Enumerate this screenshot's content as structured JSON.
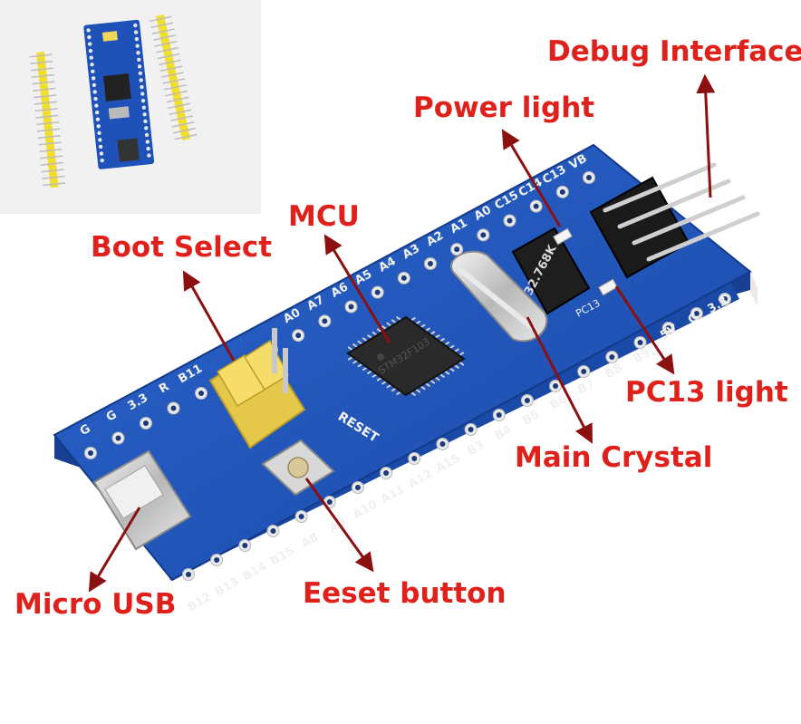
{
  "labels": {
    "debug_interface": "Debug Interface",
    "power_light": "Power light",
    "mcu": "MCU",
    "boot_select": "Boot Select",
    "pc13_light": "PC13 light",
    "main_crystal": "Main Crystal",
    "reset_button": "Eeset button",
    "micro_usb": "Micro USB"
  },
  "silkscreen": {
    "top_pins": [
      "A0",
      "A7",
      "A6",
      "A5",
      "A4",
      "A3",
      "A2",
      "A1",
      "A0",
      "C15",
      "C14",
      "C13",
      "VB"
    ],
    "left_pins": [
      "G",
      "G",
      "3.3",
      "R",
      "B11"
    ],
    "bottom_pins": [
      "B12",
      "B13",
      "B14",
      "B15",
      "A8",
      "A9",
      "A10",
      "A11",
      "A12",
      "A15",
      "B3",
      "B4",
      "B5",
      "B6",
      "B7",
      "B8",
      "B9"
    ],
    "right_pins": [
      "5V",
      "G",
      "3.3"
    ],
    "reset": "RESET",
    "pc13": "PC13",
    "crystal_freq": "32.768K"
  },
  "colors": {
    "callout": "#e0201b",
    "pcb": "#1f52b8",
    "pcb_dark": "#163e94",
    "header": "#f4e23c",
    "jumper": "#f2d65a"
  }
}
